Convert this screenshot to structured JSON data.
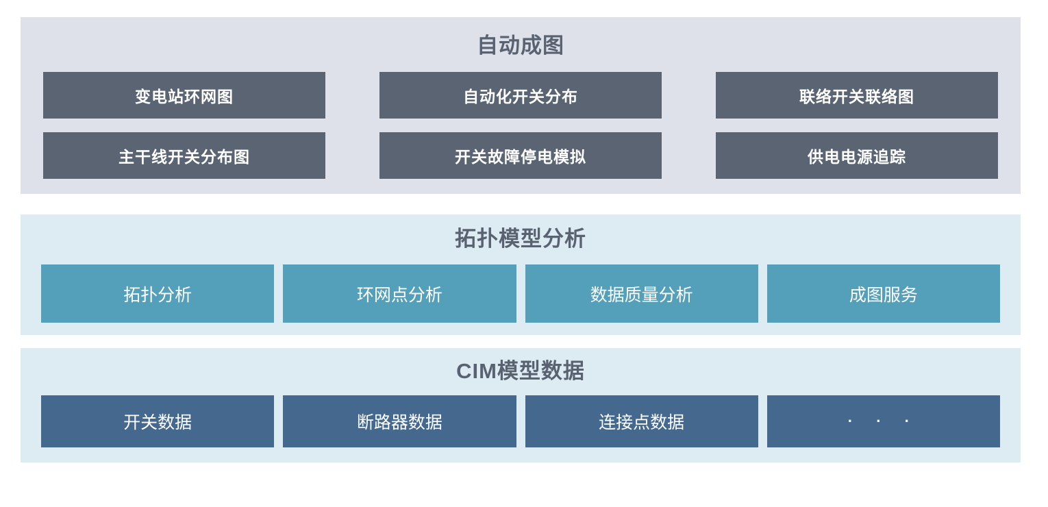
{
  "colors": {
    "page-bg": "#ffffff",
    "section1-bg": "#dee1ea",
    "section1-block": "#5b6473",
    "section2-bg": "#ddebf2",
    "section2-block": "#54a0ba",
    "section3-bg": "#ddebf2",
    "section3-block": "#45688f",
    "title-text": "#596270",
    "block-text": "#ffffff"
  },
  "sections": [
    {
      "title": "自动成图",
      "rows": [
        [
          "变电站环网图",
          "自动化开关分布",
          "联络开关联络图"
        ],
        [
          "主干线开关分布图",
          "开关故障停电模拟",
          "供电电源追踪"
        ]
      ]
    },
    {
      "title": "拓扑模型分析",
      "rows": [
        [
          "拓扑分析",
          "环网点分析",
          "数据质量分析",
          "成图服务"
        ]
      ]
    },
    {
      "title": "CIM模型数据",
      "rows": [
        [
          "开关数据",
          "断路器数据",
          "连接点数据",
          "· · ·"
        ]
      ]
    }
  ]
}
